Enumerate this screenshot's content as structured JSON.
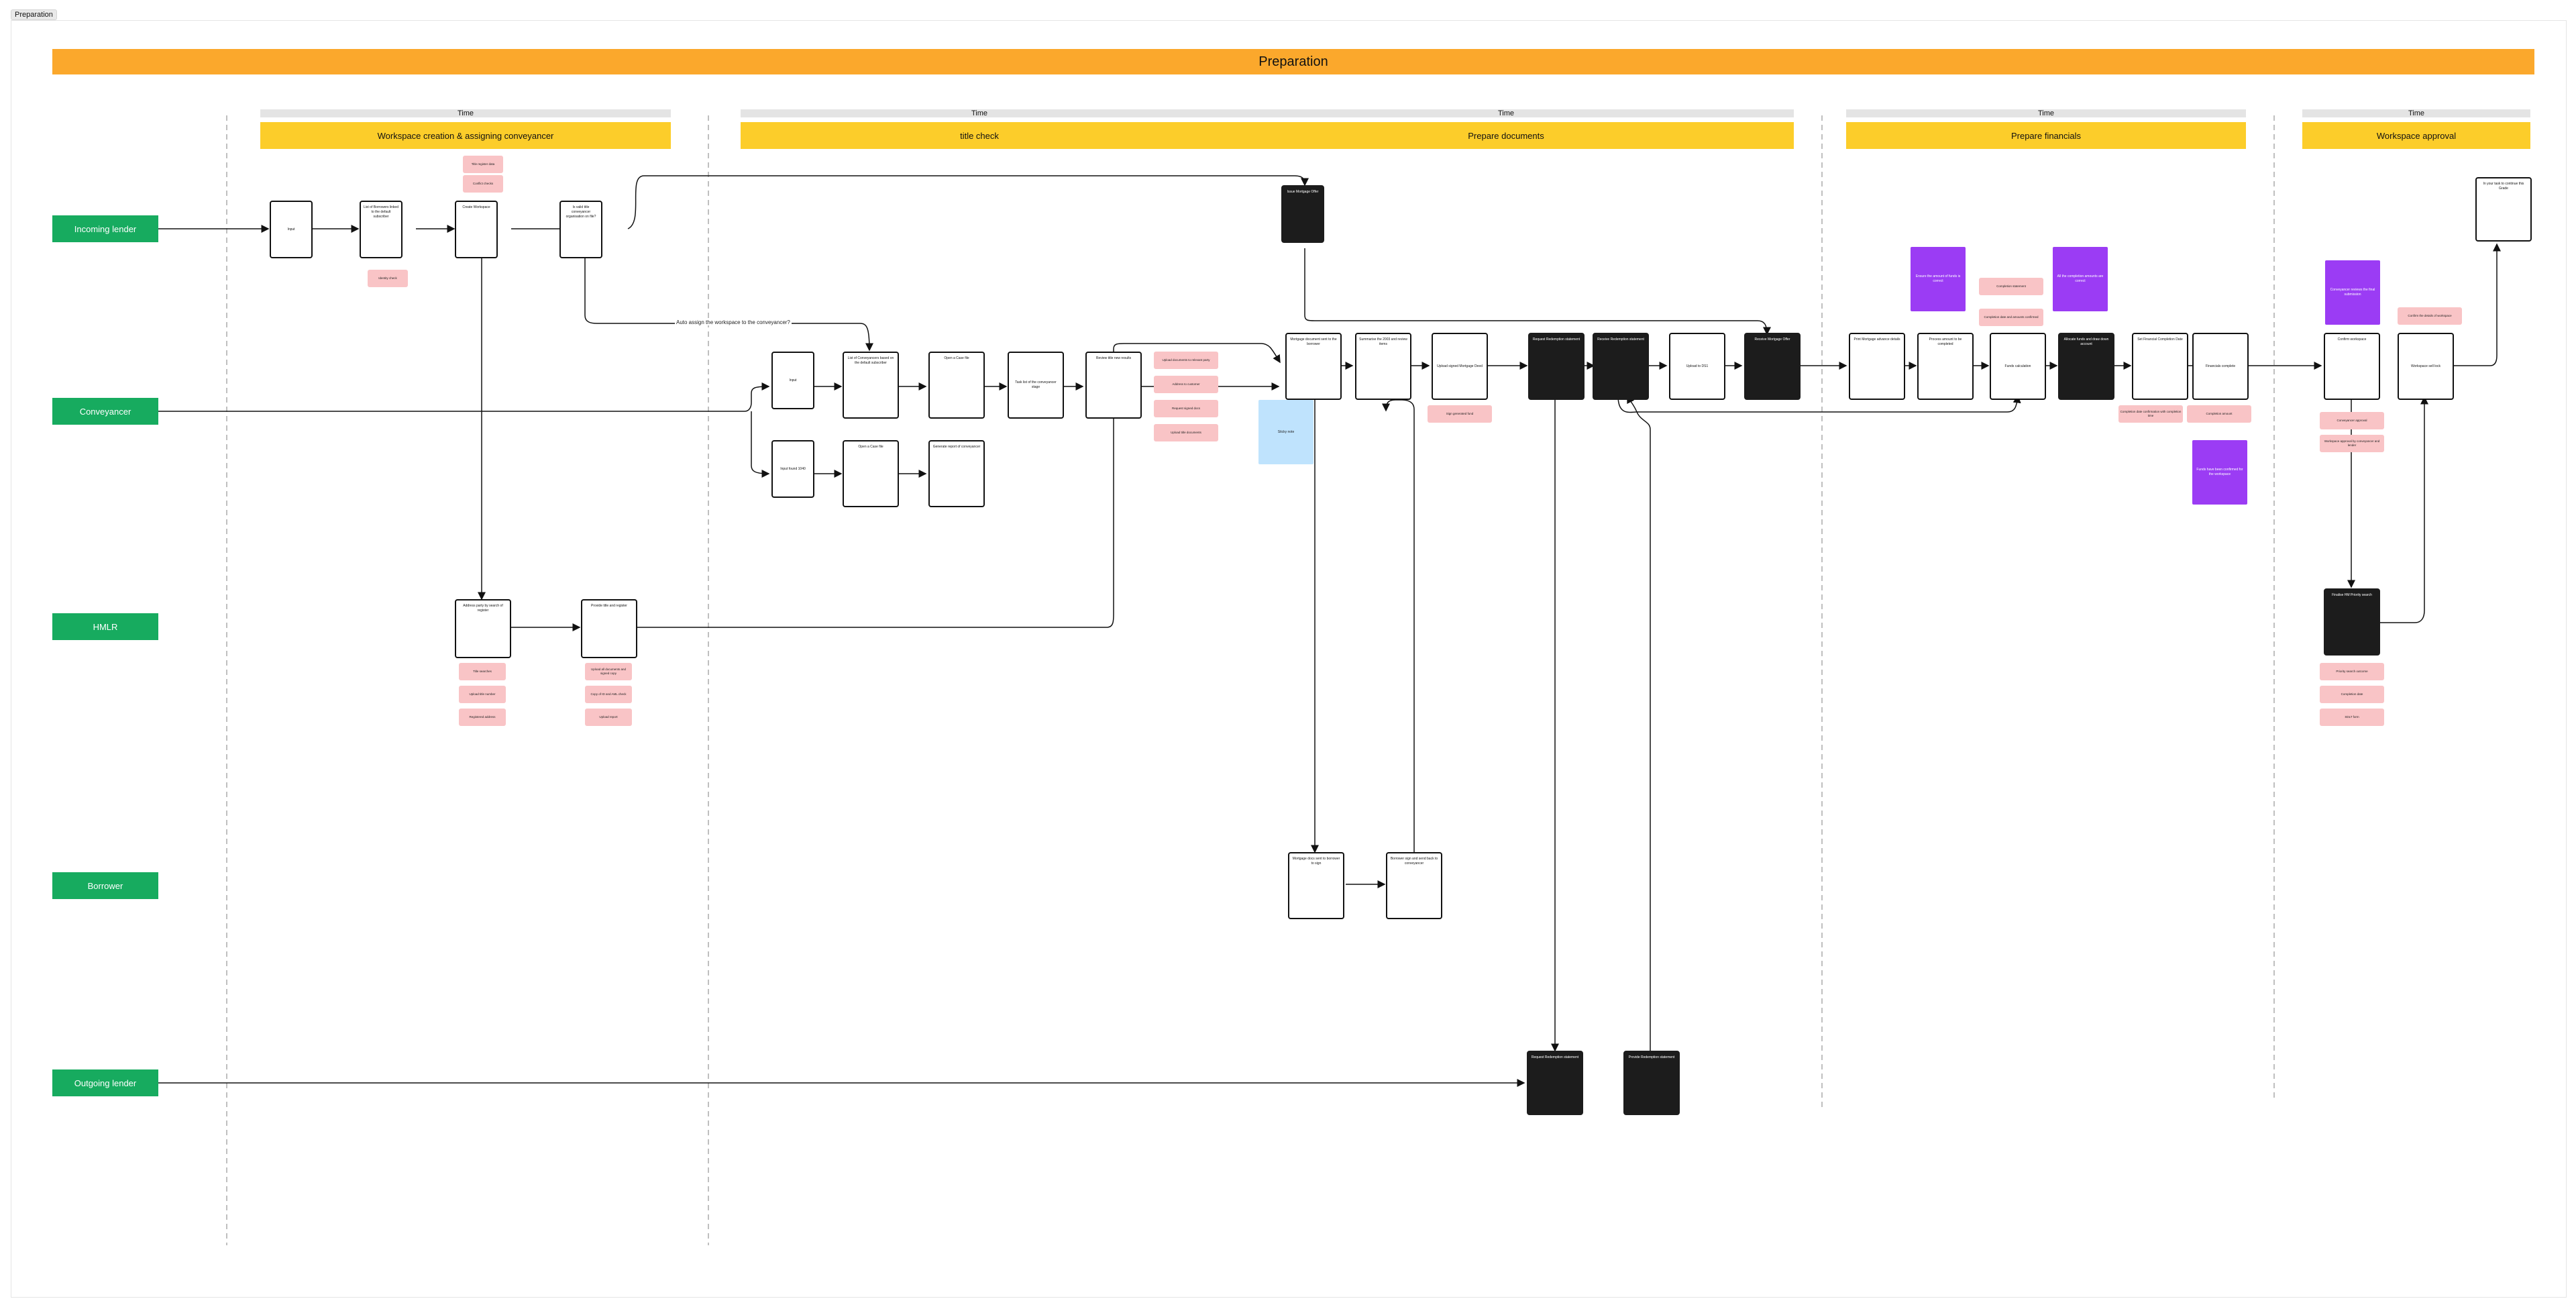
{
  "frame_label": "Preparation",
  "title": "Preparation",
  "time_label": "Time",
  "phases": {
    "p1": "Workspace creation & assigning conveyancer",
    "p2": "title check",
    "p3": "Prepare documents",
    "p4": "Prepare financials",
    "p5": "Workspace approval"
  },
  "lanes": [
    "Incoming lender",
    "Conveyancer",
    "HMLR",
    "Borrower",
    "Outgoing lender"
  ],
  "connector_label": "Auto assign the workspace to the conveyancer?",
  "boxes": {
    "input1": "Input",
    "list_instructions": "List of Borrowers linked to the default subscriber",
    "create_workspace": "Create Workspace",
    "subscriber_workspace": "Is valid title conveyancer organisation on file?",
    "issue_offer": "Issue Mortgage Offer",
    "final_doc": "In your task to continue this Grade",
    "input2": "Input",
    "list_conv": "List of Conveyancers based on the default subscriber",
    "open_case1": "Open a Case file",
    "task_summary": "Task list of the conveyancer stage",
    "review_title": "Review title new results",
    "input3": "Input found 1040",
    "open_case2": "Open a Case file",
    "generate_report": "Generate report of conveyancer",
    "mortgage_docs": "Mortgage document sent to the borrower",
    "summarise_docs": "Summarise the 2003 and review items",
    "upload_signed": "Upload signed Mortgage Deed",
    "request_redemption": "Request Redemption statement",
    "receive_redemption": "Receive Redemption statement",
    "upload_ds1": "Upload to DS1",
    "receive_mortgage": "Receive Mortgage Offer",
    "print_doc": "Print Mortgage advance details",
    "process_funds": "Process amount to be completed",
    "funds_calc": "Funds calculation",
    "alloc_funds": "Allocate funds and draw down account",
    "settlement": "Set Financial Completion Date",
    "final_complete": "Financials complete",
    "confirm_workspace": "Confirm workspace",
    "workspace_ready": "Workspace sell lock",
    "address_party": "Address party by search of register",
    "provide_title": "Provide title and register",
    "borrower_sign": "Mortgage docs sent to borrower to sign",
    "borrower_return": "Borrower sign and send back to conveyancer",
    "out_request": "Request Redemption statement",
    "out_provide": "Provide Redemption statement",
    "finalise": "Finalise HM Priority search"
  },
  "notes": {
    "n1": "Title register data",
    "n2": "Conflict checks",
    "n3": "Identity check",
    "n4": "Upload documents to relevant party",
    "n5": "Address to customer",
    "n6": "Request signed docs",
    "n7": "Upload title documents",
    "n8": "Title searches",
    "n9": "Upload title number",
    "n10": "Registered address",
    "n11": "Upload all documents and signed copy",
    "n12": "Copy of ID and AML check",
    "n13": "Upload report",
    "n14": "Sign generated fund",
    "n15": "Completion statement",
    "n16": "Completion date and amounts confirmed",
    "n17": "Completion date confirmation with completion time",
    "n18": "Completion amount",
    "n19": "Confirm the details of workspace",
    "n20": "Conveyancer approval",
    "n21": "Workspace approval by conveyancer and lender",
    "n22": "Priority search outcome",
    "n23": "Completion date",
    "n24": "SDLT form"
  },
  "stickies": {
    "s1": "Ensure the amount of funds is correct",
    "s2": "All the completion amounts are correct",
    "s3": "Funds have been confirmed for the workspace",
    "s4": "Conveyancer reviews the final submission",
    "s5": "Sticky note"
  }
}
